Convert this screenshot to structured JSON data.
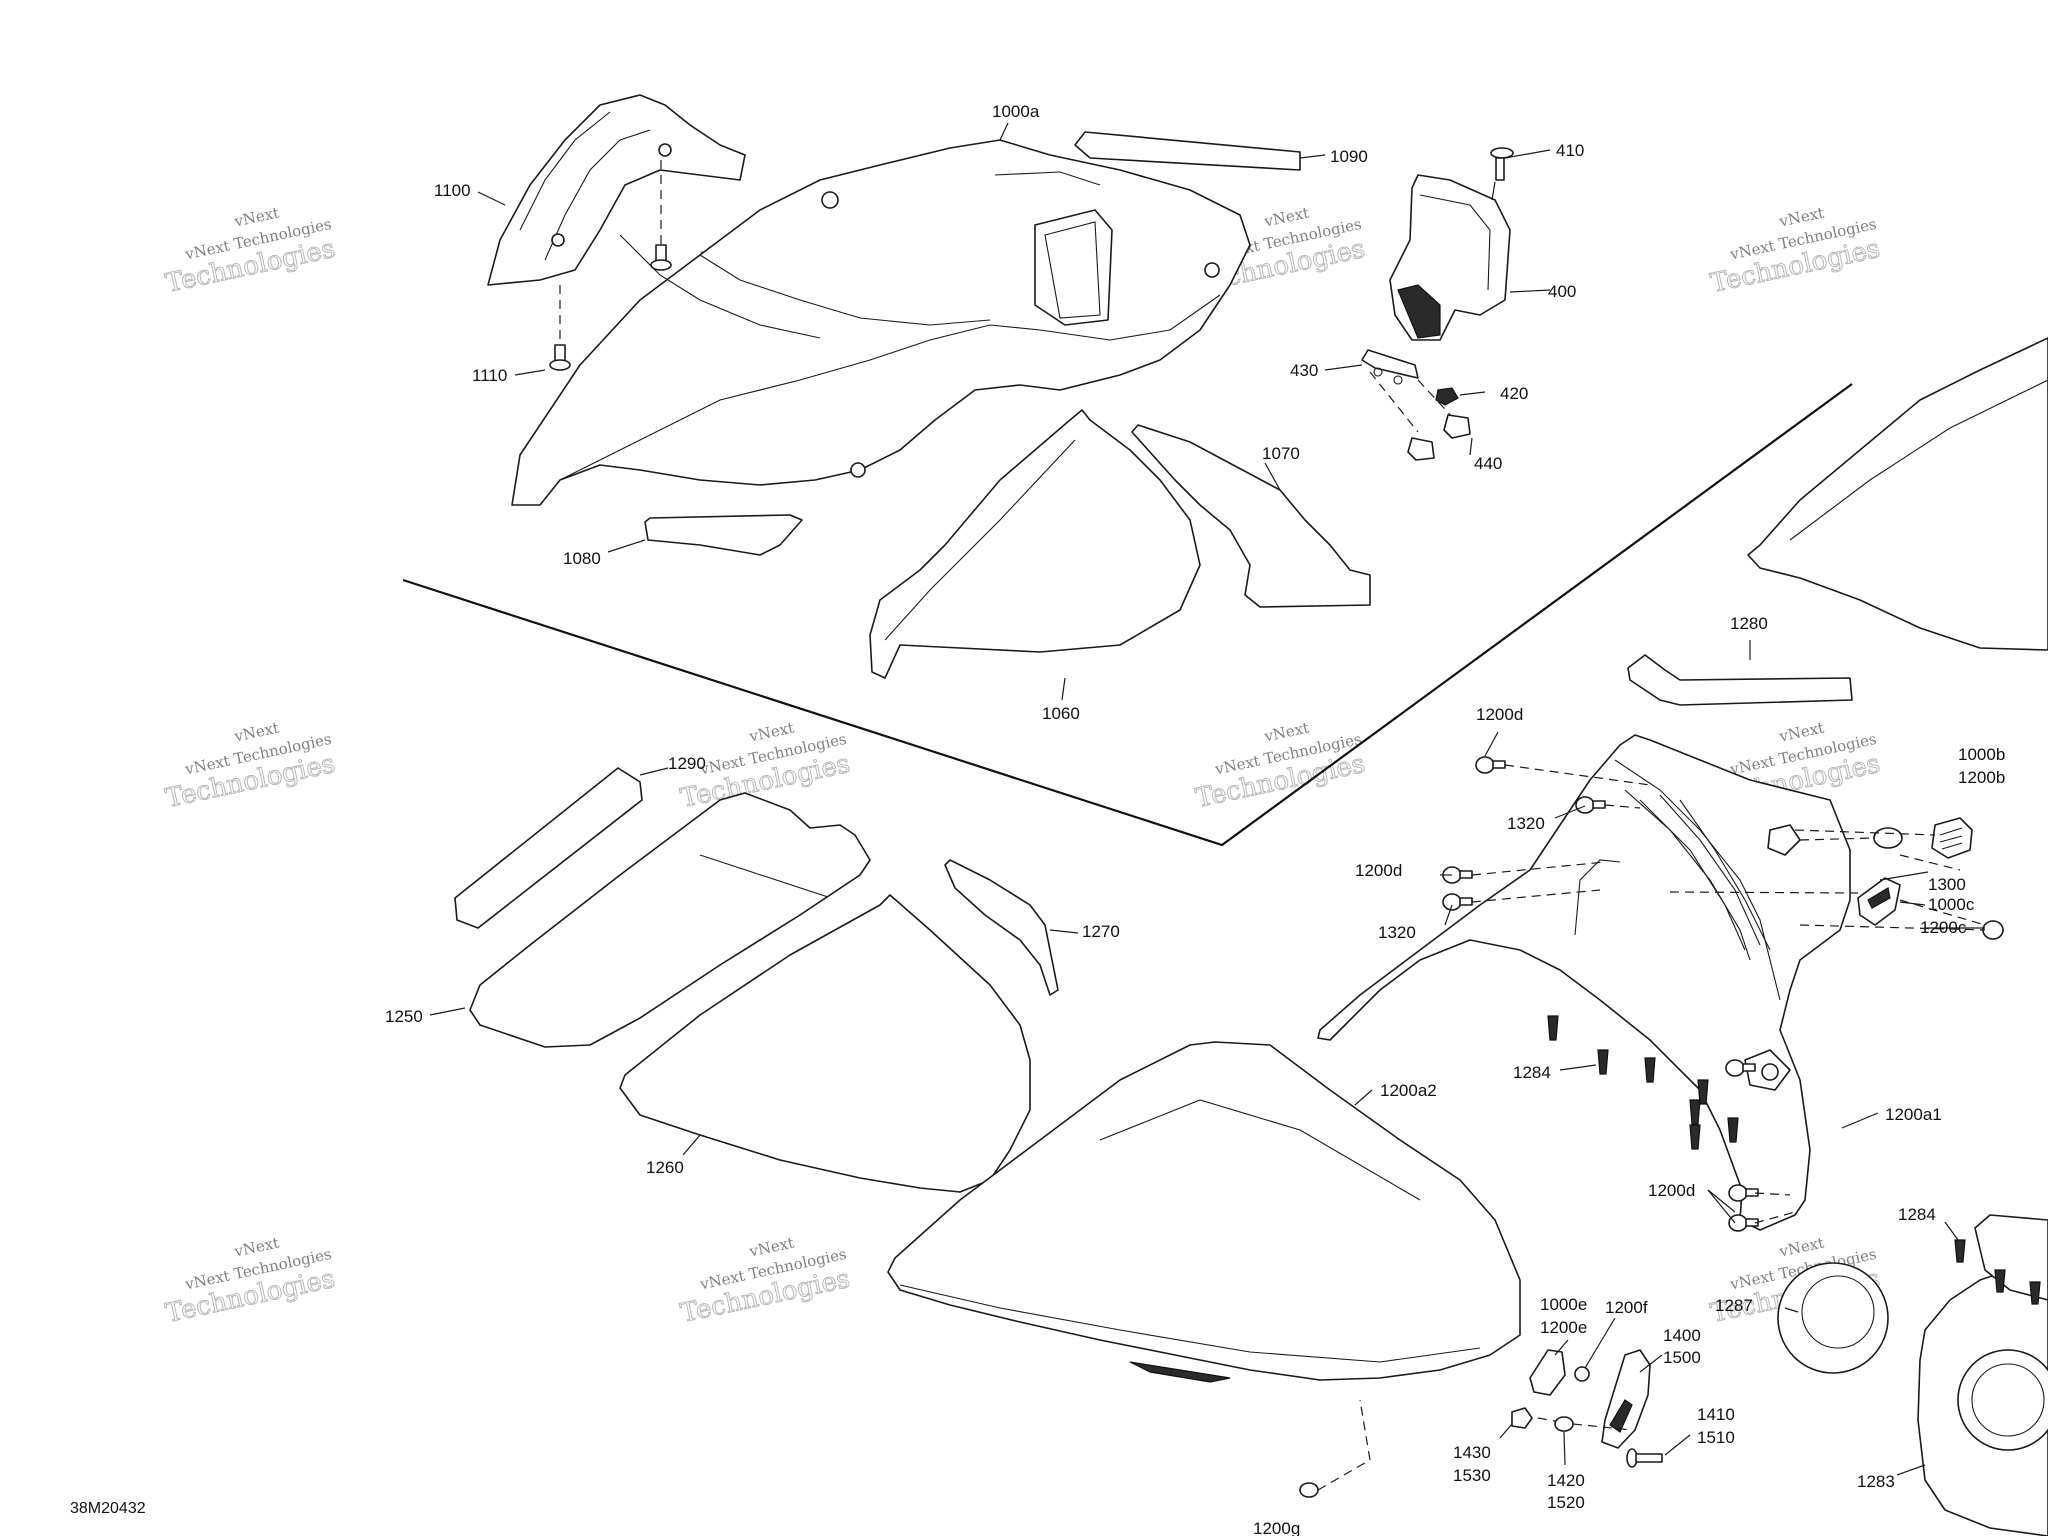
{
  "document_id": "38M20432",
  "watermark": {
    "line1": "vNext",
    "line2": "vNext Technologies",
    "line3": "Technologies"
  },
  "callouts": {
    "c1000a": "1000a",
    "c1090": "1090",
    "c410": "410",
    "c1100": "1100",
    "c400": "400",
    "c430": "430",
    "c420": "420",
    "c1110": "1110",
    "c440": "440",
    "c1070": "1070",
    "c1080": "1080",
    "c1060": "1060",
    "c1280": "1280",
    "c1200d_a": "1200d",
    "c1290": "1290",
    "c1000b": "1000b",
    "c1200b": "1200b",
    "c1320_a": "1320",
    "c1200d_b": "1200d",
    "c1300": "1300",
    "c1000c": "1000c",
    "c1320_b": "1320",
    "c1200c": "1200c",
    "c1270": "1270",
    "c1250": "1250",
    "c1284_a": "1284",
    "c1200a2": "1200a2",
    "c1200a1": "1200a1",
    "c1260": "1260",
    "c1200d_c": "1200d",
    "c1284_b": "1284",
    "c1287": "1287",
    "c1000e": "1000e",
    "c1200e": "1200e",
    "c1200f": "1200f",
    "c1400": "1400",
    "c1500": "1500",
    "c1410": "1410",
    "c1510": "1510",
    "c1430": "1430",
    "c1530": "1530",
    "c1420": "1420",
    "c1520": "1520",
    "c1283": "1283",
    "c1200g": "1200g"
  }
}
